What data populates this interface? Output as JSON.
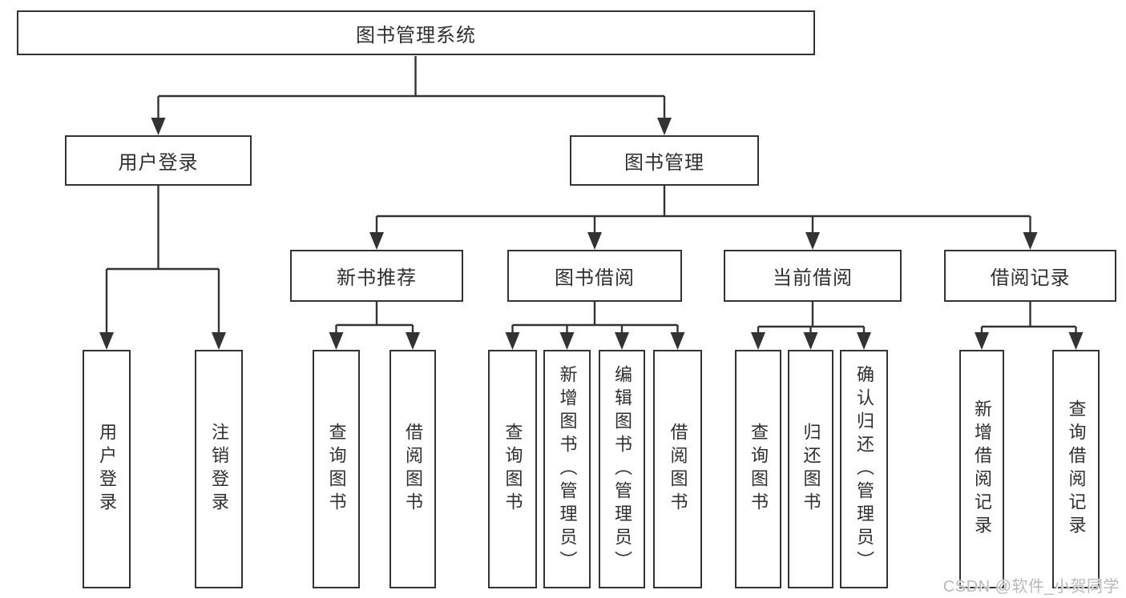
{
  "tree": {
    "root": {
      "label": "图书管理系统"
    },
    "branches": [
      {
        "label": "用户登录",
        "children": [
          {
            "label": "用户登录"
          },
          {
            "label": "注销登录"
          }
        ]
      },
      {
        "label": "图书管理",
        "sections": [
          {
            "label": "新书推荐",
            "children": [
              {
                "label": "查询图书"
              },
              {
                "label": "借阅图书"
              }
            ]
          },
          {
            "label": "图书借阅",
            "children": [
              {
                "label": "查询图书"
              },
              {
                "label": "新增图书（管理员）"
              },
              {
                "label": "编辑图书（管理员）"
              },
              {
                "label": "借阅图书"
              }
            ]
          },
          {
            "label": "当前借阅",
            "children": [
              {
                "label": "查询图书"
              },
              {
                "label": "归还图书"
              },
              {
                "label": "确认归还（管理员）"
              }
            ]
          },
          {
            "label": "借阅记录",
            "children": [
              {
                "label": "新增借阅记录"
              },
              {
                "label": "查询借阅记录"
              }
            ]
          }
        ]
      }
    ]
  },
  "watermark": {
    "text": "CSDN @软件_小贺同学"
  },
  "colors": {
    "line": "#333333",
    "box_border": "#333333",
    "text": "#2f2f2f",
    "background": "#ffffff",
    "watermark": "#b9b9b9"
  }
}
